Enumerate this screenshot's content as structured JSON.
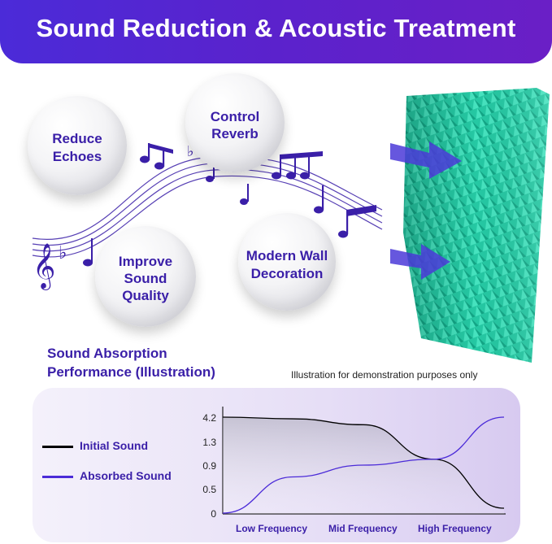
{
  "header": {
    "title": "Sound Reduction & Acoustic Treatment"
  },
  "features": [
    {
      "label_line1": "Reduce",
      "label_line2": "Echoes"
    },
    {
      "label_line1": "Control",
      "label_line2": "Reverb"
    },
    {
      "label_line1": "Improve",
      "label_line2": "Sound",
      "label_line3": "Quality"
    },
    {
      "label_line1": "Modern Wall",
      "label_line2": "Decoration"
    }
  ],
  "icons": [
    "music-notes-icon",
    "treble-clef-icon",
    "acoustic-foam-panel",
    "arrow-icon"
  ],
  "colors": {
    "accent": "#4b2bd8",
    "foam": "#2fd1ad",
    "text_purple": "#3a1fa8"
  },
  "performance": {
    "title_line1": "Sound Absorption",
    "title_line2": "Performance (Illustration)",
    "note": "Illustration for demonstration purposes only"
  },
  "chart_data": {
    "type": "line",
    "categories": [
      "Low Frequency",
      "Mid Frequency",
      "High Frequency"
    ],
    "y_ticks": [
      "4.2",
      "1.3",
      "0.9",
      "0.5",
      "0"
    ],
    "series": [
      {
        "name": "Initial Sound",
        "color": "#000000",
        "values": [
          4.2,
          4.0,
          3.3,
          1.0,
          0.1
        ]
      },
      {
        "name": "Absorbed Sound",
        "color": "#4b2bd8",
        "values": [
          0.0,
          0.7,
          0.9,
          1.0,
          4.2
        ]
      }
    ]
  }
}
